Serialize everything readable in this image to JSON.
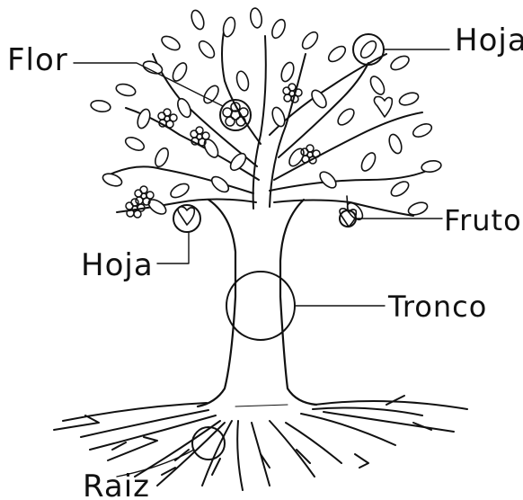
{
  "diagram": {
    "labels": {
      "flor": "Flor",
      "hoja_top": "Hoja",
      "fruto": "Fruto",
      "hoja_left": "Hoja",
      "tronco": "Tronco",
      "raiz": "Raiz"
    },
    "colors": {
      "ink": "#111111",
      "background": "#ffffff"
    }
  }
}
